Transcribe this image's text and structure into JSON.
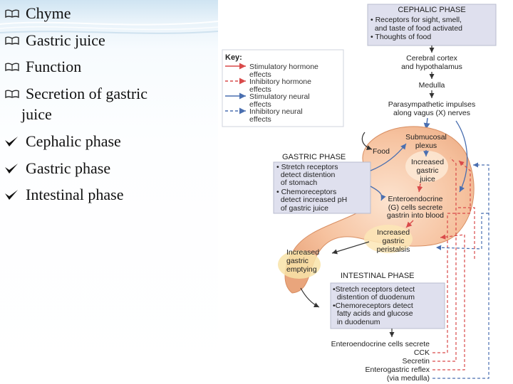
{
  "bullets": [
    {
      "text": "Chyme",
      "marker": "open-book-icon"
    },
    {
      "text": "Gastric juice",
      "marker": "open-book-icon"
    },
    {
      "text": "Function",
      "marker": "open-book-icon"
    },
    {
      "text": "Secretion of gastric",
      "continuation": "juice",
      "marker": "open-book-icon"
    },
    {
      "text": "Cephalic phase",
      "marker": "check-arrow-icon"
    },
    {
      "text": "Gastric phase",
      "marker": "check-arrow-icon"
    },
    {
      "text": "Intestinal phase",
      "marker": "check-arrow-icon"
    }
  ],
  "diagram": {
    "key": {
      "title": "Key:",
      "items": [
        {
          "line1": "Stimulatory hormone",
          "line2": "effects",
          "color": "#d94a4a",
          "style": "solid"
        },
        {
          "line1": "Inhibitory hormone",
          "line2": "effects",
          "color": "#d94a4a",
          "style": "dashed"
        },
        {
          "line1": "Stimulatory neural",
          "line2": "effects",
          "color": "#4a6fb0",
          "style": "solid"
        },
        {
          "line1": "Inhibitory neural",
          "line2": "effects",
          "color": "#4a6fb0",
          "style": "dashed"
        }
      ]
    },
    "cephalic": {
      "title": "CEPHALIC PHASE",
      "lines": [
        "• Receptors for sight, smell,",
        "  and taste of food activated",
        "• Thoughts of food"
      ]
    },
    "cortex": [
      "Cerebral cortex",
      "and hypothalamus"
    ],
    "medulla": "Medulla",
    "parasympathetic": [
      "Parasympathetic impulses",
      "along vagus (X) nerves"
    ],
    "submucosal": [
      "Submucosal",
      "plexus"
    ],
    "food": "Food",
    "increased_juice": [
      "Increased",
      "gastric",
      "juice"
    ],
    "gastric": {
      "title": "GASTRIC PHASE",
      "lines": [
        "• Stretch receptors",
        "  detect distention",
        "  of stomach",
        "• Chemoreceptors",
        "  detect increased pH",
        "  of gastric juice"
      ]
    },
    "enteroendocrine_g": [
      "Enteroendocrine",
      "(G) cells secrete",
      "gastrin into blood"
    ],
    "peristalsis": [
      "Increased",
      "gastric",
      "peristalsis"
    ],
    "emptying": [
      "Increased",
      "gastric",
      "emptying"
    ],
    "intestinal": {
      "title": "INTESTINAL PHASE",
      "lines": [
        "•Stretch receptors detect",
        "  distention of duodenum",
        "•Chemoreceptors detect",
        "  fatty acids and glucose",
        "  in duodenum"
      ]
    },
    "bottom_labels": [
      "Enteroendocrine cells secrete",
      "CCK",
      "Secretin",
      "Enterogastric reflex",
      "(via medulla)"
    ],
    "colors": {
      "stomach": "#f3b48a",
      "phase_box": "#dfe0ee",
      "stimulatory": "#d94a4a",
      "neural": "#4a6fb0"
    }
  }
}
